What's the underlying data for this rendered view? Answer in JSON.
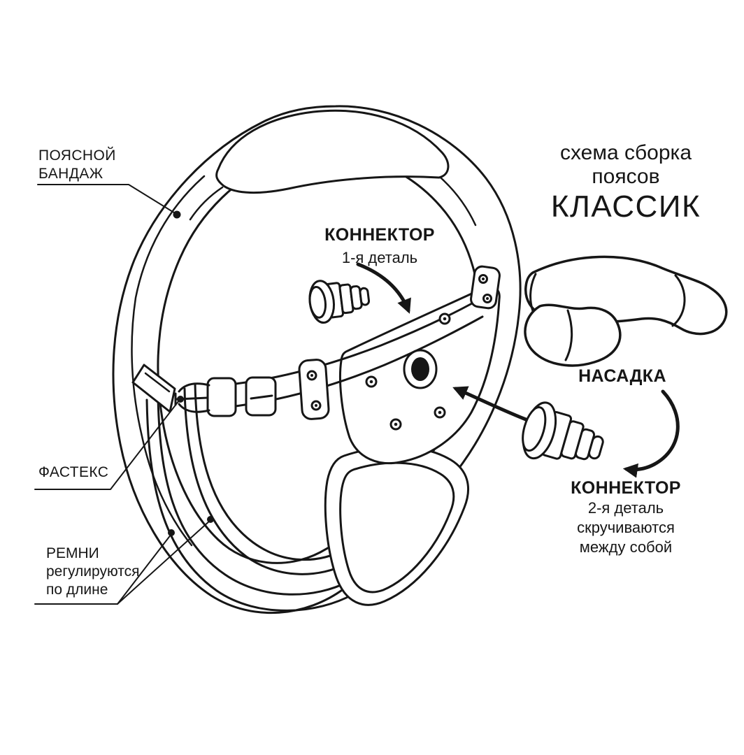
{
  "colors": {
    "ink": "#161616",
    "background": "#ffffff"
  },
  "title": {
    "line1": "схема сборка",
    "line2": "поясов",
    "line3": "КЛАССИК"
  },
  "labels": {
    "waist_band": {
      "line1": "ПОЯСНОЙ",
      "line2": "БАНДАЖ"
    },
    "connector_top": {
      "title": "КОННЕКТОР",
      "subtitle": "1-я деталь"
    },
    "attachment": {
      "title": "НАСАДКА"
    },
    "connector_bottom": {
      "title": "КОННЕКТОР",
      "line1": "2-я деталь",
      "line2": "скручиваются",
      "line3": "между собой"
    },
    "fastex": {
      "title": "ФАСТЕКС"
    },
    "straps": {
      "line1": "РЕМНИ",
      "line2": "регулируются",
      "line3": "по длине"
    }
  }
}
